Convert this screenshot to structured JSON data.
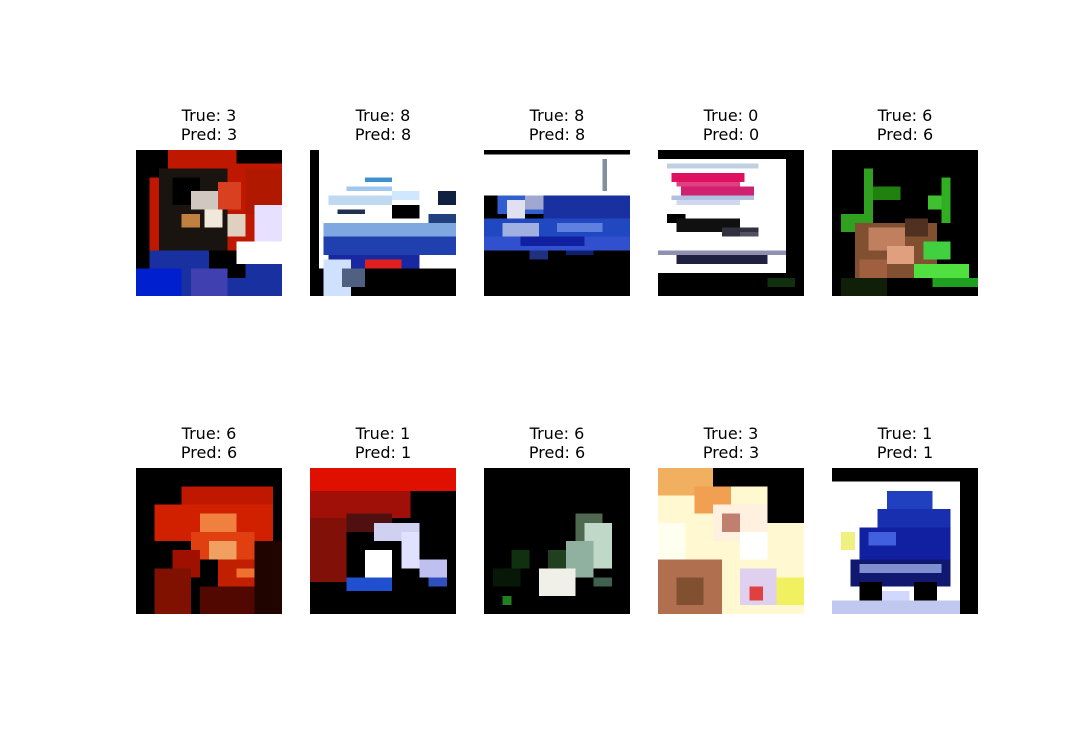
{
  "figure": {
    "panels": [
      {
        "true_label": "True: 3",
        "pred_label": "Pred: 3",
        "scene": "cat-red"
      },
      {
        "true_label": "True: 8",
        "pred_label": "Pred: 8",
        "scene": "ship-white"
      },
      {
        "true_label": "True: 8",
        "pred_label": "Pred: 8",
        "scene": "ship-blue"
      },
      {
        "true_label": "True: 0",
        "pred_label": "Pred: 0",
        "scene": "airplane-sign"
      },
      {
        "true_label": "True: 6",
        "pred_label": "Pred: 6",
        "scene": "frog-green"
      },
      {
        "true_label": "True: 6",
        "pred_label": "Pred: 6",
        "scene": "frog-red"
      },
      {
        "true_label": "True: 1",
        "pred_label": "Pred: 1",
        "scene": "car-red"
      },
      {
        "true_label": "True: 6",
        "pred_label": "Pred: 6",
        "scene": "frog-dark"
      },
      {
        "true_label": "True: 3",
        "pred_label": "Pred: 3",
        "scene": "cat-white"
      },
      {
        "true_label": "True: 1",
        "pred_label": "Pred: 1",
        "scene": "car-blue"
      }
    ]
  }
}
